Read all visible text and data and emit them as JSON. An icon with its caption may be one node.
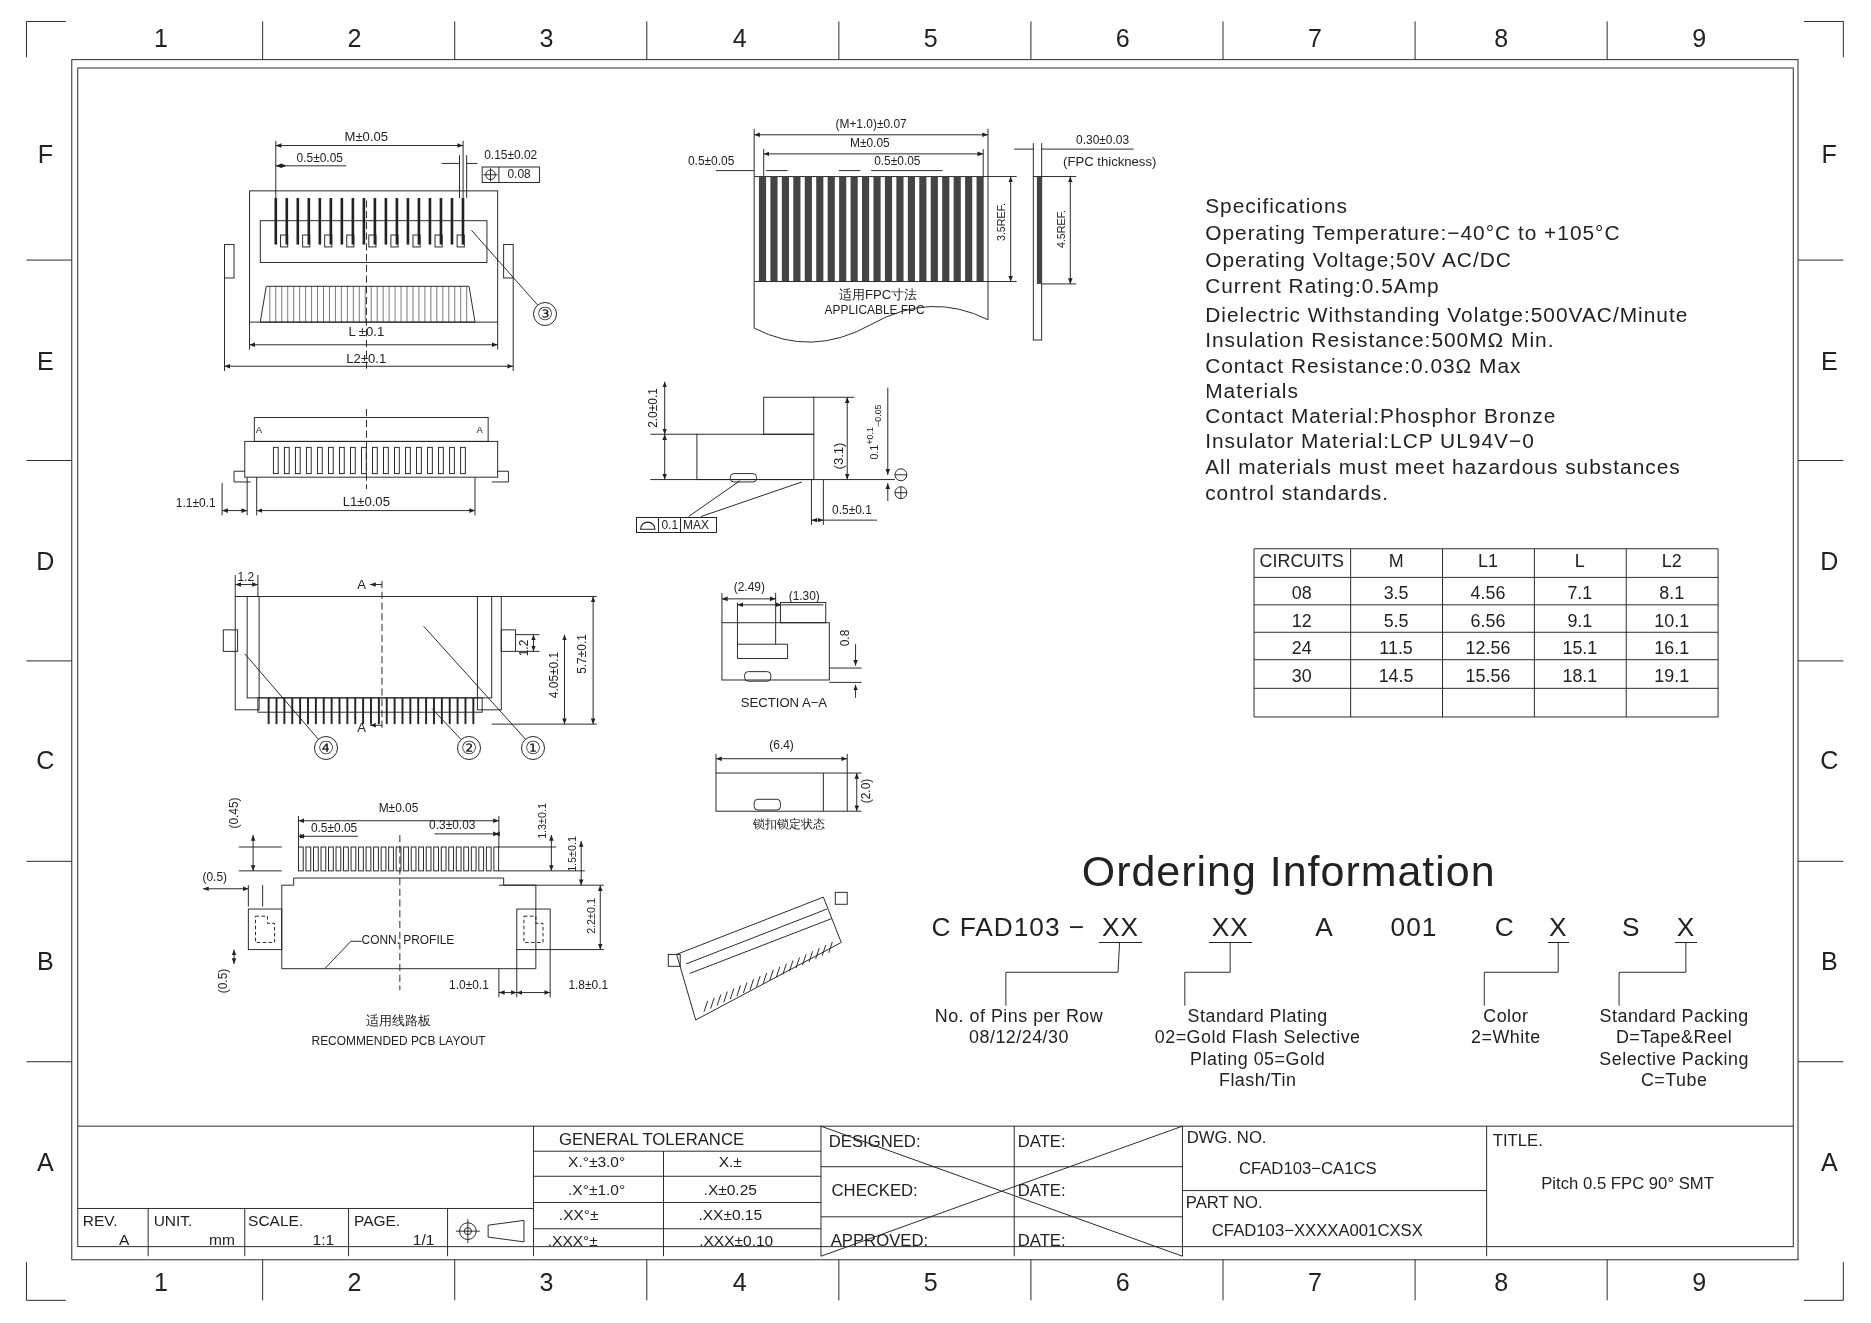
{
  "diagram": {
    "nodes": [
      {
        "text": [
          "③"
        ]
      },
      {
        "text": [
          "④"
        ]
      },
      {
        "text": [
          "②"
        ]
      },
      {
        "text": [
          "①"
        ]
      },
      {
        "text": [
          "CONN. PROFILE"
        ]
      },
      {
        "text": [
          "0.1",
          "MAX"
        ]
      },
      {
        "text": [
          "XX"
        ]
      },
      {
        "text": [
          "XX"
        ]
      },
      {
        "text": [
          "X"
        ]
      },
      {
        "text": [
          "X"
        ]
      },
      {
        "text": [
          "No. of Pins per Row 08/12/24/30"
        ]
      },
      {
        "text": [
          "Standard Plating 02=Gold Flash Selective Plating 05=Gold Flash/Tin"
        ]
      },
      {
        "text": [
          "Color 2=White"
        ]
      },
      {
        "text": [
          "Standard Packing D=Tape&Reel Selective Packing C=Tube"
        ]
      },
      {
        "text": [],
        "shape": "picture"
      },
      {
        "text": [],
        "shape": "picture"
      },
      {
        "text": [],
        "shape": "picture"
      }
    ],
    "edges": [
      {
        "from": 0,
        "to": 14,
        "arrow": "none"
      },
      {
        "from": 1,
        "to": 15,
        "arrow": "none"
      },
      {
        "from": 2,
        "to": 15,
        "arrow": "none"
      },
      {
        "from": 3,
        "to": 15,
        "arrow": "none"
      },
      {
        "from": 4,
        "to": null,
        "arrow": "none"
      },
      {
        "from": 5,
        "to": 16,
        "arrow": "none"
      },
      {
        "from": 5,
        "to": 16,
        "arrow": "none"
      },
      {
        "from": 6,
        "to": 10,
        "arrow": "none"
      },
      {
        "from": 7,
        "to": 11,
        "arrow": "none"
      },
      {
        "from": 8,
        "to": 12,
        "arrow": "none"
      },
      {
        "from": 9,
        "to": 13,
        "arrow": "none"
      }
    ],
    "labels": [
      "1",
      "2",
      "3",
      "4",
      "5",
      "6",
      "7",
      "8",
      "9",
      "F",
      "E",
      "D",
      "C",
      "B",
      "A",
      "F",
      "E",
      "D",
      "C",
      "B",
      "A",
      "1",
      "2",
      "3",
      "4",
      "5",
      "6",
      "7",
      "8",
      "9",
      "M±0.05",
      "0.5±0.05",
      "0.15±0.02",
      "0.08",
      "L ±0.1",
      "L2±0.1",
      "A",
      "A",
      "1.1±0.1",
      "L1±0.05",
      "(M+1.0)±0.07",
      "M±0.05",
      "0.5±0.05",
      "0.5±0.05",
      "3.5REF.",
      "适用FPC寸法",
      "APPLICABLE FPC",
      "0.30±0.03",
      "(FPC thickness)",
      "4.5REF.",
      "2.0±0.1",
      "(3.1)",
      "0.1$^{+0.1}$$_{−0.05}$",
      "0.5±0.1",
      "Specifications",
      "Operating Temperature:−40°C to +105°C",
      "Operating Voltage;50V AC/DC",
      "Current Rating:0.5Amp",
      "Dielectric Withstanding Volatge:500VAC/Minute",
      "Insulation Resistance:500MΩ Min.",
      "Contact Resistance:0.03Ω Max",
      "Materials",
      "Contact Material:Phosphor Bronze",
      "Insulator Material:LCP UL94V−0",
      "All materials must meet hazardous substances control standards.",
      "1.2",
      "A",
      "A",
      "1.2",
      "4.05±0.1",
      "5.7±0.1",
      "(2.49)",
      "(1.30)",
      "0.8",
      "SECTION A−A",
      "(6.4)",
      "(2.0)",
      "锁扣锁定状态",
      "(0.45)",
      "M±0.05",
      "0.5±0.05",
      "0.3±0.03",
      "1.3±0.1",
      "1.5±0.1",
      "2.2±0.1",
      "(0.5)",
      "(0.5)",
      "1.0±0.1",
      "1.8±0.1",
      "适用线路板",
      "RECOMMENDED PCB LAYOUT",
      "CIRCUITS",
      "M",
      "L1",
      "L",
      "L2",
      "08",
      "3.5",
      "4.56",
      "7.1",
      "8.1",
      "12",
      "5.5",
      "6.56",
      "9.1",
      "10.1",
      "24",
      "11.5",
      "12.56",
      "15.1",
      "16.1",
      "30",
      "14.5",
      "15.56",
      "18.1",
      "19.1",
      "Ordering Information",
      "C FAD103 −",
      "A",
      "001",
      "C",
      "S",
      "GENERAL TOLERANCE",
      "X.°±3.0°",
      "X.±",
      ".X°±1.0°",
      ".X±0.25",
      ".XX°±",
      ".XX±0.15",
      ".XXX°±",
      ".XXX±0.10",
      "DESIGNED:",
      "DATE:",
      "CHECKED:",
      "DATE:",
      "APPROVED:",
      "DATE:",
      "DWG. NO.",
      "CFAD103−CA1CS",
      "PART NO.",
      "CFAD103−XXXXA001CXSX",
      "TITLE.",
      "Pitch 0.5 FPC 90° SMT",
      "REV.",
      "A",
      "UNIT.",
      "mm",
      "SCALE.",
      "1:1",
      "PAGE.",
      "1/1"
    ]
  }
}
